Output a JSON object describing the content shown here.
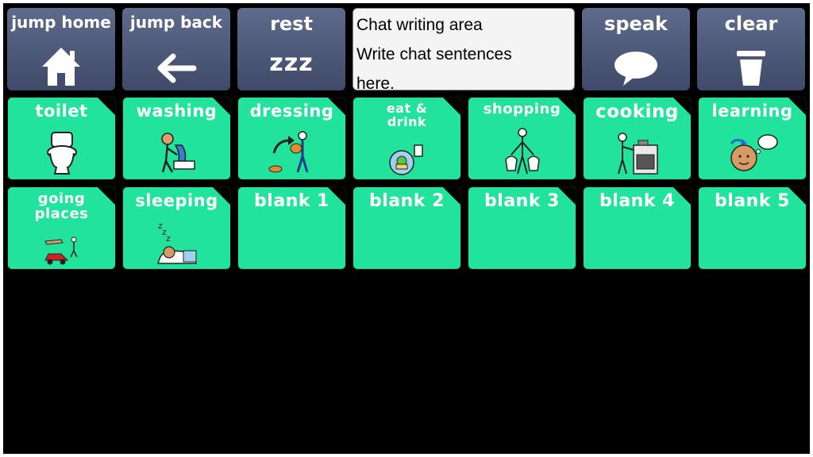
{
  "nav": {
    "jump_home": "jump home",
    "jump_back": "jump back",
    "rest": "rest",
    "rest_glyph": "zzz",
    "speak": "speak",
    "clear": "clear"
  },
  "chat": {
    "lines": [
      "Chat writing area",
      "Write chat sentences",
      "here."
    ]
  },
  "tiles": {
    "toilet": "toilet",
    "washing": "washing",
    "dressing": "dressing",
    "eat_drink_1": "eat &",
    "eat_drink_2": "drink",
    "shopping": "shopping",
    "cooking": "cooking",
    "learning": "learning",
    "going_places_1": "going",
    "going_places_2": "places",
    "sleeping": "sleeping",
    "blank_1": "blank 1",
    "blank_2": "blank 2",
    "blank_3": "blank 3",
    "blank_4": "blank 4",
    "blank_5": "blank 5"
  },
  "icons": {
    "home": "home-icon",
    "back": "arrow-left-icon",
    "rest": "sleep-zzz-icon",
    "speak": "speech-bubble-icon",
    "clear": "trash-icon"
  },
  "colors": {
    "tile_green": "#22e39c",
    "nav_blue": "#4f5b7b",
    "background": "#000000"
  }
}
